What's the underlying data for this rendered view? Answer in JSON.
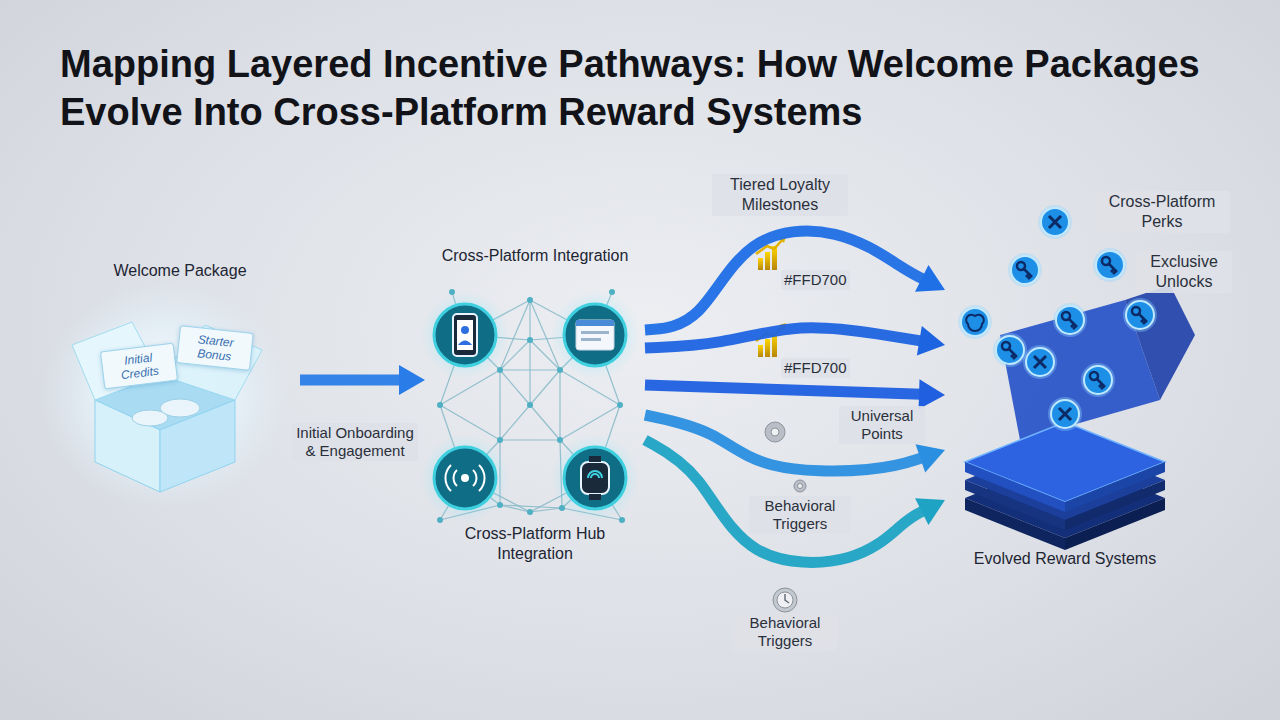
{
  "diagram": {
    "title": "Mapping Layered Incentive Pathways: How Welcome Packages Evolve Into Cross-Platform Reward Systems",
    "nodes": [
      {
        "text": [
          "Welcome Package"
        ]
      },
      {
        "text": [
          "Initial Credits"
        ],
        "in": 0
      },
      {
        "text": [
          "Starter Bonus"
        ],
        "in": 0
      },
      {
        "text": [
          "Cross-Platform Integration",
          "Cross-Platform Hub Integration"
        ]
      },
      {
        "text": [
          "Evolved Reward Systems"
        ]
      }
    ],
    "edges": [
      {
        "from": 0,
        "to": 3,
        "label": "Initial Onboarding & Engagement",
        "arrow": "to"
      },
      {
        "from": 3,
        "to": 4,
        "label": "#FFD700",
        "arrow": "to"
      },
      {
        "from": 3,
        "to": 4,
        "label": "#FFD700",
        "arrow": "to"
      },
      {
        "from": 3,
        "to": 4,
        "label": "Universal Points",
        "arrow": "to"
      },
      {
        "from": 3,
        "to": 4,
        "label": "Behavioral Triggers",
        "arrow": "to"
      },
      {
        "from": 3,
        "to": 4,
        "label": "Behavioral Triggers",
        "arrow": "to"
      }
    ],
    "labels": [
      "Tiered Loyalty Milestones",
      "Cross-Platform Perks",
      "Exclusive Unlocks"
    ]
  }
}
